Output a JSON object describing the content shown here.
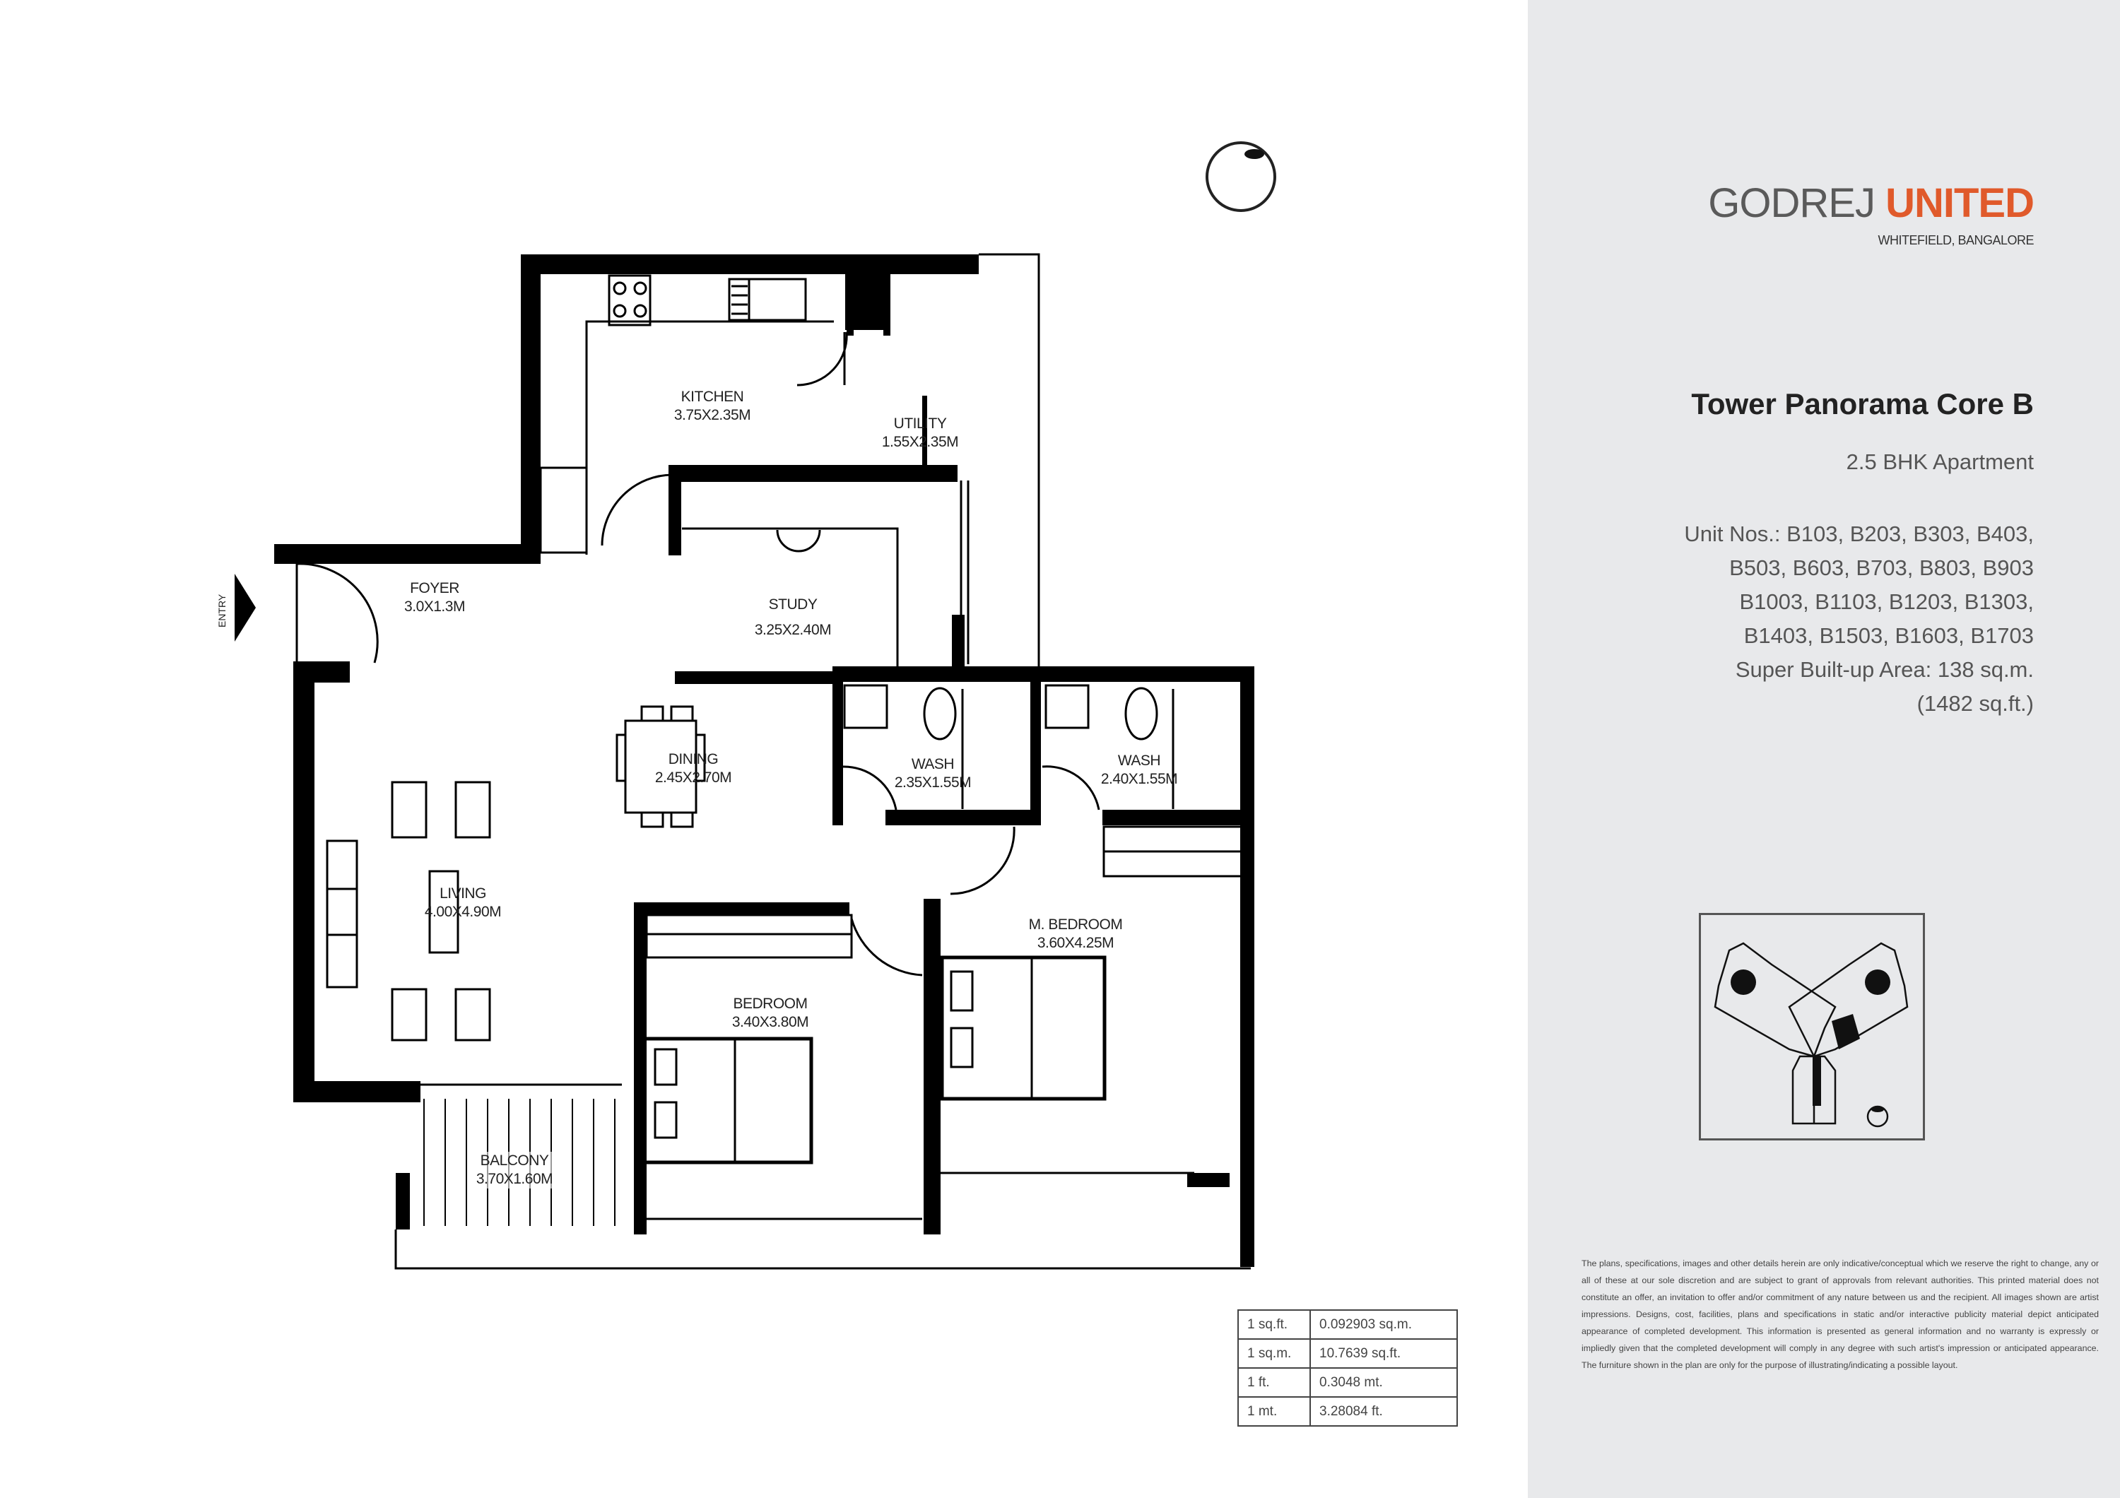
{
  "brand": {
    "name_part1": "GODREJ",
    "name_part2": "UNITED",
    "location": "WHITEFIELD, BANGALORE",
    "colors": {
      "primary_gray": "#5a5a5a",
      "accent_orange": "#e05a2b",
      "panel_bg": "#e8e9eb"
    }
  },
  "project": {
    "tower_title": "Tower Panorama Core B",
    "apartment_type": "2.5 BHK Apartment",
    "unit_lines": [
      "Unit Nos.: B103, B203, B303, B403,",
      "B503, B603, B703, B803, B903",
      "B1003, B1103, B1203, B1303,",
      "B1403, B1503, B1603, B1703",
      "Super Built-up Area: 138 sq.m.",
      "(1482 sq.ft.)"
    ],
    "unit_numbers": [
      "B103",
      "B203",
      "B303",
      "B403",
      "B503",
      "B603",
      "B703",
      "B803",
      "B903",
      "B1003",
      "B1103",
      "B1203",
      "B1303",
      "B1403",
      "B1503",
      "B1603",
      "B1703"
    ],
    "super_built_up_area_sqm": "138 sq.m.",
    "super_built_up_area_sqft": "1482 sq.ft."
  },
  "floor_plan": {
    "entry_label": "ENTRY",
    "rooms": [
      {
        "name": "KITCHEN",
        "dims": "3.75X2.35M"
      },
      {
        "name": "UTILITY",
        "dims": "1.55X2.35M"
      },
      {
        "name": "FOYER",
        "dims": "3.0X1.3M"
      },
      {
        "name": "STUDY",
        "dims": "3.25X2.40M"
      },
      {
        "name": "DINING",
        "dims": "2.45X2.70M"
      },
      {
        "name": "WASH",
        "dims": "2.35X1.55M"
      },
      {
        "name": "WASH",
        "dims": "2.40X1.55M"
      },
      {
        "name": "LIVING",
        "dims": "4.00X4.90M"
      },
      {
        "name": "M. BEDROOM",
        "dims": "3.60X4.25M"
      },
      {
        "name": "BEDROOM",
        "dims": "3.40X3.80M"
      },
      {
        "name": "BALCONY",
        "dims": "3.70X1.60M"
      }
    ],
    "icons": [
      "compass-north-icon",
      "entry-arrow-icon"
    ]
  },
  "conversion_table": [
    {
      "unit": "1 sq.ft.",
      "value": "0.092903 sq.m."
    },
    {
      "unit": "1 sq.m.",
      "value": "10.7639 sq.ft."
    },
    {
      "unit": "1 ft.",
      "value": "0.3048 mt."
    },
    {
      "unit": "1 mt.",
      "value": "3.28084 ft."
    }
  ],
  "disclaimer": "The plans, specifications, images and other details herein are only indicative/conceptual which we reserve the right to change, any or all of these at our sole discretion and are subject to grant of approvals from relevant authorities. This printed material does not constitute an offer, an invitation to offer and/or commitment of any nature between us and the recipient. All images shown are artist impressions. Designs, cost, facilities, plans and specifications in static and/or interactive publicity material depict anticipated appearance of completed development. This information is presented as general information and no warranty is expressly or impliedly given that the completed development will comply in any degree with such artist's impression or anticipated appearance. The furniture shown in the plan are only for the purpose of illustrating/indicating a possible layout."
}
